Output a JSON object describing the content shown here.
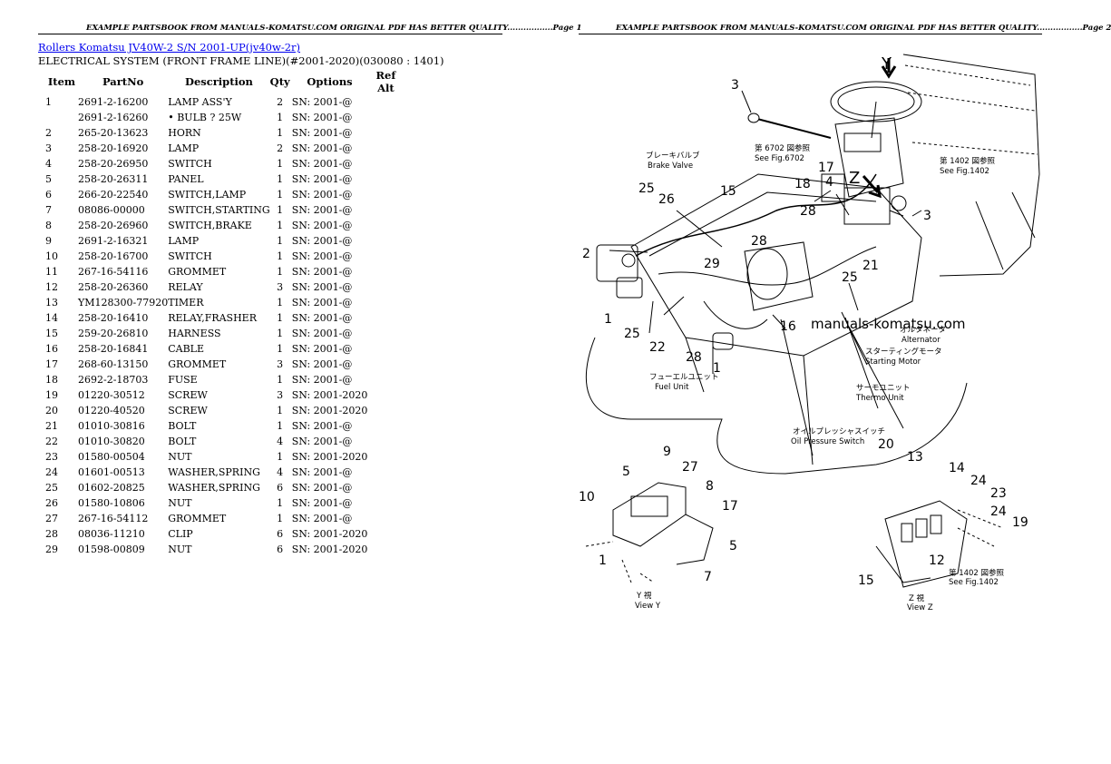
{
  "header": {
    "left": "EXAMPLE PARTSBOOK FROM MANUALS-KOMATSU.COM ORIGINAL PDF HAS BETTER QUALITY.................Page 1",
    "right": "EXAMPLE PARTSBOOK FROM MANUALS-KOMATSU.COM ORIGINAL PDF HAS BETTER QUALITY.................Page 2"
  },
  "title_link": "Rollers Komatsu JV40W-2 S/N 2001-UP(jv40w-2r)",
  "subtitle": "ELECTRICAL SYSTEM (FRONT FRAME LINE)(#2001-2020)(030080 : 1401)",
  "columns": [
    "Item",
    "PartNo",
    "Description",
    "Qty",
    "Options",
    "Ref Alt"
  ],
  "rows": [
    {
      "item": "1",
      "part": "2691-2-16200",
      "desc": "LAMP ASS'Y",
      "qty": "2",
      "opt": "SN: 2001-@"
    },
    {
      "item": "",
      "part": "2691-2-16260",
      "desc": "• BULB ? 25W",
      "qty": "1",
      "opt": "SN: 2001-@"
    },
    {
      "item": "2",
      "part": "265-20-13623",
      "desc": "HORN",
      "qty": "1",
      "opt": "SN: 2001-@"
    },
    {
      "item": "3",
      "part": "258-20-16920",
      "desc": "LAMP",
      "qty": "2",
      "opt": "SN: 2001-@"
    },
    {
      "item": "4",
      "part": "258-20-26950",
      "desc": "SWITCH",
      "qty": "1",
      "opt": "SN: 2001-@"
    },
    {
      "item": "5",
      "part": "258-20-26311",
      "desc": "PANEL",
      "qty": "1",
      "opt": "SN: 2001-@"
    },
    {
      "item": "6",
      "part": "266-20-22540",
      "desc": "SWITCH,LAMP",
      "qty": "1",
      "opt": "SN: 2001-@"
    },
    {
      "item": "7",
      "part": "08086-00000",
      "desc": "SWITCH,STARTING",
      "qty": "1",
      "opt": "SN: 2001-@"
    },
    {
      "item": "8",
      "part": "258-20-26960",
      "desc": "SWITCH,BRAKE",
      "qty": "1",
      "opt": "SN: 2001-@"
    },
    {
      "item": "9",
      "part": "2691-2-16321",
      "desc": "LAMP",
      "qty": "1",
      "opt": "SN: 2001-@"
    },
    {
      "item": "10",
      "part": "258-20-16700",
      "desc": "SWITCH",
      "qty": "1",
      "opt": "SN: 2001-@"
    },
    {
      "item": "11",
      "part": "267-16-54116",
      "desc": "GROMMET",
      "qty": "1",
      "opt": "SN: 2001-@"
    },
    {
      "item": "12",
      "part": "258-20-26360",
      "desc": "RELAY",
      "qty": "3",
      "opt": "SN: 2001-@"
    },
    {
      "item": "13",
      "part": "YM128300-77920",
      "desc": "TIMER",
      "qty": "1",
      "opt": "SN: 2001-@"
    },
    {
      "item": "14",
      "part": "258-20-16410",
      "desc": "RELAY,FRASHER",
      "qty": "1",
      "opt": "SN: 2001-@"
    },
    {
      "item": "15",
      "part": "259-20-26810",
      "desc": "HARNESS",
      "qty": "1",
      "opt": "SN: 2001-@"
    },
    {
      "item": "16",
      "part": "258-20-16841",
      "desc": "CABLE",
      "qty": "1",
      "opt": "SN: 2001-@"
    },
    {
      "item": "17",
      "part": "268-60-13150",
      "desc": "GROMMET",
      "qty": "3",
      "opt": "SN: 2001-@"
    },
    {
      "item": "18",
      "part": "2692-2-18703",
      "desc": "FUSE",
      "qty": "1",
      "opt": "SN: 2001-@"
    },
    {
      "item": "19",
      "part": "01220-30512",
      "desc": "SCREW",
      "qty": "3",
      "opt": "SN: 2001-2020"
    },
    {
      "item": "20",
      "part": "01220-40520",
      "desc": "SCREW",
      "qty": "1",
      "opt": "SN: 2001-2020"
    },
    {
      "item": "21",
      "part": "01010-30816",
      "desc": "BOLT",
      "qty": "1",
      "opt": "SN: 2001-@"
    },
    {
      "item": "22",
      "part": "01010-30820",
      "desc": "BOLT",
      "qty": "4",
      "opt": "SN: 2001-@"
    },
    {
      "item": "23",
      "part": "01580-00504",
      "desc": "NUT",
      "qty": "1",
      "opt": "SN: 2001-2020"
    },
    {
      "item": "24",
      "part": "01601-00513",
      "desc": "WASHER,SPRING",
      "qty": "4",
      "opt": "SN: 2001-@"
    },
    {
      "item": "25",
      "part": "01602-20825",
      "desc": "WASHER,SPRING",
      "qty": "6",
      "opt": "SN: 2001-@"
    },
    {
      "item": "26",
      "part": "01580-10806",
      "desc": "NUT",
      "qty": "1",
      "opt": "SN: 2001-@"
    },
    {
      "item": "27",
      "part": "267-16-54112",
      "desc": "GROMMET",
      "qty": "1",
      "opt": "SN: 2001-@"
    },
    {
      "item": "28",
      "part": "08036-11210",
      "desc": "CLIP",
      "qty": "6",
      "opt": "SN: 2001-2020"
    },
    {
      "item": "29",
      "part": "01598-00809",
      "desc": "NUT",
      "qty": "6",
      "opt": "SN: 2001-2020"
    }
  ],
  "diagram": {
    "watermark": "manuals-komatsu.com",
    "brake_valve_jp": "ブレーキバルブ",
    "brake_valve": "Brake Valve",
    "see6702_jp": "第 6702 図参照",
    "see6702": "See Fig.6702",
    "see1402_jp": "第 1402 図参照",
    "see1402": "See Fig.1402",
    "alternator_jp": "オルタネータ",
    "alternator": "Alternator",
    "starting_motor_jp": "スターティングモータ",
    "starting_motor": "Starting Motor",
    "thermo_unit_jp": "サーモユニット",
    "thermo_unit": "Thermo Unit",
    "fuel_unit_jp": "フューエルユニット",
    "fuel_unit": "Fuel Unit",
    "oil_pressure_jp": "オイルプレッシャスイッチ",
    "oil_pressure": "Oil Pressure Switch",
    "see1402b_jp": "第 1402 図参照",
    "see1402b": "See Fig.1402",
    "view_y_jp": "Y 視",
    "view_y": "View Y",
    "view_z_jp": "Z 視",
    "view_z": "View Z",
    "letter_y": "Y",
    "letter_z": "Z",
    "callouts": {
      "c1a": "1",
      "c1b": "1",
      "c1c": "1",
      "c2": "2",
      "c3a": "3",
      "c3b": "3",
      "c4": "4",
      "c5a": "5",
      "c5b": "5",
      "c7": "7",
      "c8": "8",
      "c9": "9",
      "c10": "10",
      "c12": "12",
      "c13": "13",
      "c14": "14",
      "c15a": "15",
      "c15b": "15",
      "c16": "16",
      "c17a": "17",
      "c17b": "17",
      "c18": "18",
      "c19": "19",
      "c20": "20",
      "c21": "21",
      "c22": "22",
      "c23": "23",
      "c24a": "24",
      "c24b": "24",
      "c25a": "25",
      "c25b": "25",
      "c25c": "25",
      "c26": "26",
      "c27": "27",
      "c28a": "28",
      "c28b": "28",
      "c28c": "28",
      "c29": "29"
    }
  }
}
